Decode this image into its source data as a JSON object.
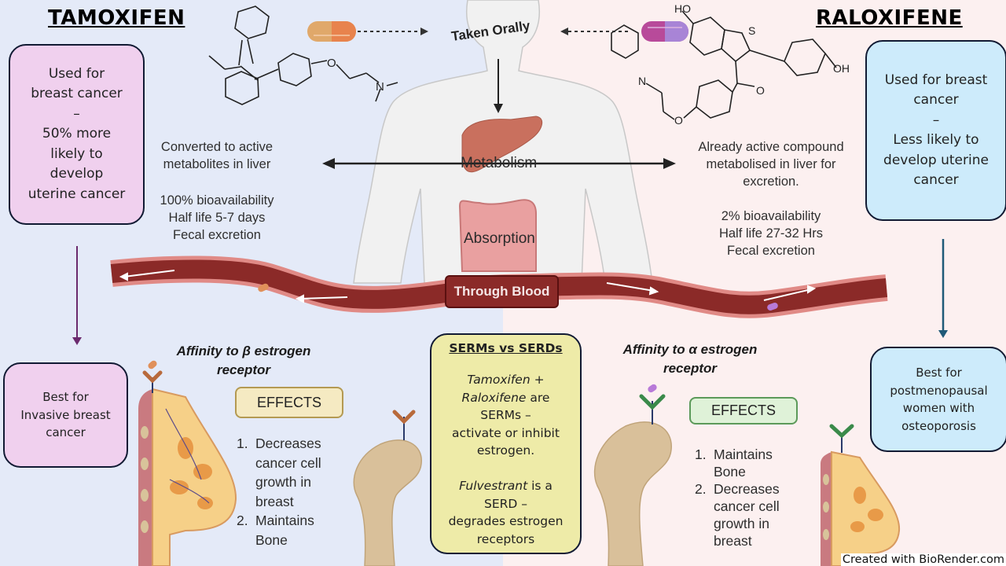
{
  "tamoxifen": {
    "title": "TAMOXIFEN",
    "use_box": [
      "Used for",
      "breast cancer",
      "–",
      "50% more",
      "likely to",
      "develop",
      "uterine cancer"
    ],
    "metabolism_text": [
      "Converted to active",
      "metabolites in liver"
    ],
    "pk_text": [
      "100% bioavailability",
      "Half life 5-7 days",
      "Fecal excretion"
    ],
    "best_for": [
      "Best for",
      "Invasive breast",
      "cancer"
    ],
    "affinity": [
      "Affinity to β estrogen",
      "receptor"
    ],
    "effects_label": "EFFECTS",
    "effects": [
      {
        "num": "1.",
        "text": [
          "Decreases",
          "cancer cell",
          "growth in",
          "breast"
        ]
      },
      {
        "num": "2.",
        "text": [
          "Maintains",
          "Bone"
        ]
      }
    ],
    "pill_colors": [
      "#e0a86a",
      "#e8834d"
    ],
    "arrow_color": "#6b2a6e",
    "receptor_color": "#b86a3c",
    "effects_colors": {
      "fill": "#f5eac2",
      "border": "#b49a52"
    }
  },
  "raloxifene": {
    "title": "RALOXIFENE",
    "use_box": [
      "Used for breast",
      "cancer",
      "–",
      "Less likely to",
      "develop uterine",
      "cancer"
    ],
    "metabolism_text": [
      "Already active compound",
      "metabolised in liver for",
      "excretion."
    ],
    "pk_text": [
      "2% bioavailability",
      "Half life 27-32 Hrs",
      "Fecal excretion"
    ],
    "best_for": [
      "Best for",
      "postmenopausal",
      "women with",
      "osteoporosis"
    ],
    "affinity": [
      "Affinity to α estrogen",
      "receptor"
    ],
    "effects_label": "EFFECTS",
    "effects": [
      {
        "num": "1.",
        "text": [
          "Maintains",
          "Bone"
        ]
      },
      {
        "num": "2.",
        "text": [
          "Decreases",
          "cancer cell",
          "growth in",
          "breast"
        ]
      }
    ],
    "pill_colors": [
      "#b84a9a",
      "#a884d6"
    ],
    "arrow_color": "#1f5a78",
    "receptor_color": "#3a8a4a",
    "effects_colors": {
      "fill": "#dff2d8",
      "border": "#5c9a5a"
    }
  },
  "center": {
    "taken_orally": "Taken Orally",
    "metabolism": "Metabolism",
    "absorption": "Absorption",
    "through_blood": "Through Blood"
  },
  "serms_box": {
    "title": "SERMs vs SERDs",
    "lines": [
      {
        "parts": [
          {
            "t": "Tamoxifen",
            "i": true
          },
          {
            "t": " +",
            "i": false
          }
        ]
      },
      {
        "parts": [
          {
            "t": "Raloxifene",
            "i": true
          },
          {
            "t": " are",
            "i": false
          }
        ]
      },
      {
        "parts": [
          {
            "t": "SERMs –",
            "i": false
          }
        ]
      },
      {
        "parts": [
          {
            "t": "activate or inhibit",
            "i": false
          }
        ]
      },
      {
        "parts": [
          {
            "t": "estrogen.",
            "i": false
          }
        ]
      },
      {
        "parts": [
          {
            "t": "",
            "i": false
          }
        ]
      },
      {
        "parts": [
          {
            "t": "Fulvestrant",
            "i": true
          },
          {
            "t": " is a",
            "i": false
          }
        ]
      },
      {
        "parts": [
          {
            "t": "SERD –",
            "i": false
          }
        ]
      },
      {
        "parts": [
          {
            "t": "degrades estrogen",
            "i": false
          }
        ]
      },
      {
        "parts": [
          {
            "t": "receptors",
            "i": false
          }
        ]
      }
    ]
  },
  "credit": "Created with BioRender.com",
  "colors": {
    "left_bg": "#e4eaf8",
    "right_bg": "#fcf0f0",
    "pink_box": "#f0d0ee",
    "blue_box": "#cdebfb",
    "yellow_box": "#eeeba8",
    "blood_vessel": "#8b2a28",
    "vessel_edge": "#e08a86"
  }
}
